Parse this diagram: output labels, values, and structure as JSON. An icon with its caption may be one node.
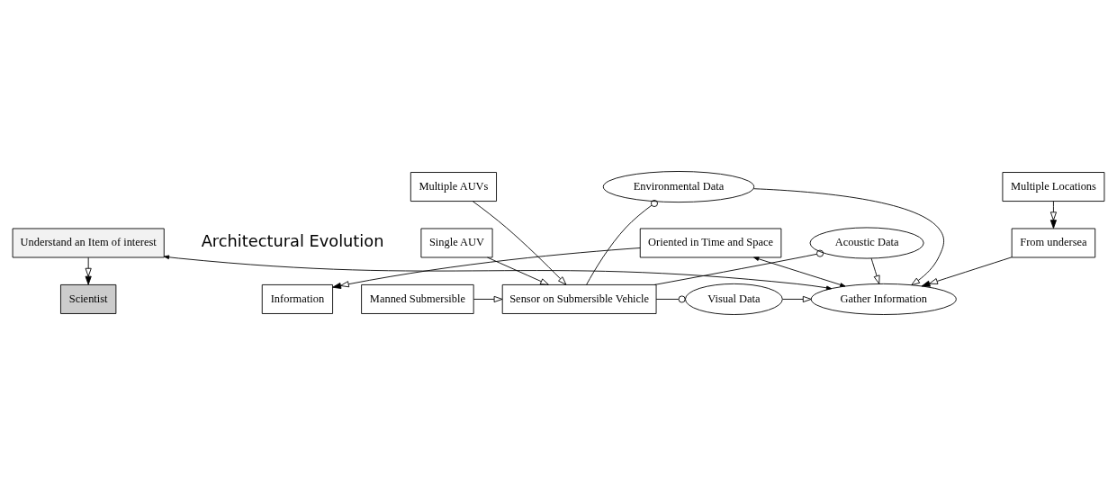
{
  "diagram": {
    "nodes": [
      {
        "text": [
          "Scientist"
        ]
      },
      {
        "text": [
          "Information"
        ]
      },
      {
        "text": [
          "Understand an Item of interest"
        ]
      },
      {
        "text": [
          "Oriented in Time and Space"
        ]
      },
      {
        "text": [
          "Gather Information"
        ]
      },
      {
        "text": [
          "From undersea"
        ]
      },
      {
        "text": [
          "Multiple Locations"
        ]
      },
      {
        "text": [
          "Visual Data"
        ]
      },
      {
        "text": [
          "Acoustic Data"
        ]
      },
      {
        "text": [
          "Environmental Data"
        ]
      },
      {
        "text": [
          "Sensor on Submersible Vehicle"
        ]
      },
      {
        "text": [
          "Manned Submersible"
        ]
      },
      {
        "text": [
          "Single AUV"
        ]
      },
      {
        "text": [
          "Multiple AUVs"
        ]
      }
    ],
    "edges": [
      {
        "from": 2,
        "to": 0,
        "arrow": "to"
      },
      {
        "from": 3,
        "to": 1,
        "arrow": "to"
      },
      {
        "from": 2,
        "to": 4,
        "arrow": "both"
      },
      {
        "from": 3,
        "to": 4,
        "arrow": "both"
      },
      {
        "from": 5,
        "to": 4,
        "arrow": "to"
      },
      {
        "from": 6,
        "to": 5,
        "arrow": "to"
      },
      {
        "from": 7,
        "to": 4,
        "arrow": "to"
      },
      {
        "from": 8,
        "to": 4,
        "arrow": "to"
      },
      {
        "from": 9,
        "to": 4,
        "arrow": "to"
      },
      {
        "from": 10,
        "to": 7,
        "arrow": "other"
      },
      {
        "from": 10,
        "to": 8,
        "arrow": "other"
      },
      {
        "from": 10,
        "to": 9,
        "arrow": "other"
      },
      {
        "from": 11,
        "to": 10,
        "arrow": "to"
      },
      {
        "from": 12,
        "to": 10,
        "arrow": "to"
      },
      {
        "from": 13,
        "to": 10,
        "arrow": "to"
      }
    ],
    "labels": [
      "Architectural Evolution"
    ]
  }
}
